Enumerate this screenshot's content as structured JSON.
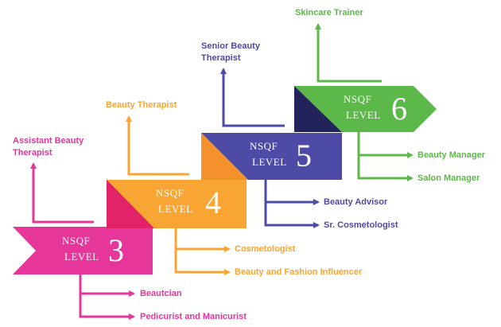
{
  "levels": [
    {
      "nsqf": "NSQF",
      "level": "LEVEL",
      "number": "3",
      "color": "#e6369a",
      "progression": [
        "Assistant Beauty",
        "Therapist"
      ],
      "roles": [
        "Beautcian",
        "Pedicurist and Manicurist"
      ]
    },
    {
      "nsqf": "NSQF",
      "level": "LEVEL",
      "number": "4",
      "color": "#f9a533",
      "progression": [
        "Beauty Therapist"
      ],
      "roles": [
        "Cosmetologist",
        "Beauty and Fashion Influencer"
      ]
    },
    {
      "nsqf": "NSQF",
      "level": "LEVEL",
      "number": "5",
      "color": "#4d4ba5",
      "progression": [
        "Senior Beauty",
        "Therapist"
      ],
      "roles": [
        "Beauty Advisor",
        "Sr. Cosmetologist"
      ]
    },
    {
      "nsqf": "NSQF",
      "level": "LEVEL",
      "number": "6",
      "color": "#5cb848",
      "progression": [
        "Skincare Trainer"
      ],
      "roles": [
        "Beauty Manager",
        "Salon Manager"
      ]
    }
  ]
}
